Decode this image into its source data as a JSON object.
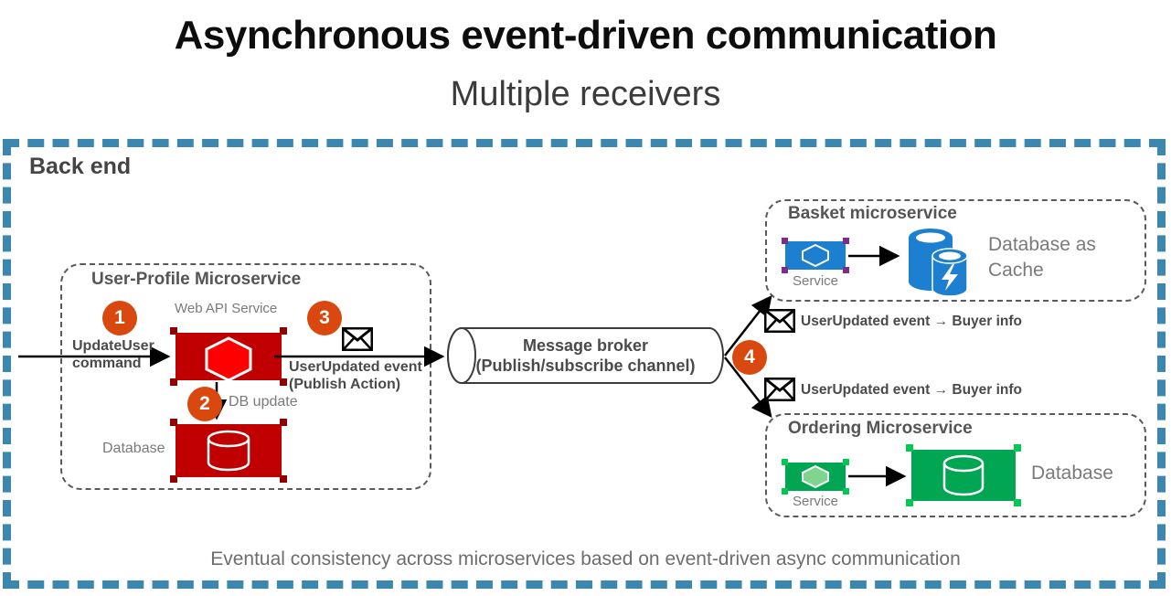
{
  "title": {
    "main": "Asynchronous event-driven communication",
    "sub": "Multiple receivers"
  },
  "backend": {
    "label": "Back end",
    "border_color": "#3c87b0",
    "caption": "Eventual consistency across microservices based on event-driven async communication"
  },
  "user_profile": {
    "title": "User-Profile Microservice",
    "web_api_label": "Web API Service",
    "database_label": "Database",
    "db_update_label": "DB update",
    "accent_color": "#c00000",
    "hexagon_color": "#ff0000"
  },
  "broker": {
    "line1": "Message broker",
    "line2": "(Publish/subscribe channel)"
  },
  "basket": {
    "title": "Basket microservice",
    "service_label": "Service",
    "database_label_line1": "Database as",
    "database_label_line2": "Cache",
    "accent_color": "#1d7fd0",
    "handle_color": "#7b2d8e"
  },
  "ordering": {
    "title": "Ordering Microservice",
    "service_label": "Service",
    "database_label": "Database",
    "accent_color": "#00a651"
  },
  "flows": {
    "incoming_command_line1": "UpdateUser",
    "incoming_command_line2": "command",
    "publish_line1": "UserUpdated event",
    "publish_line2": "(Publish Action)",
    "subscriber_event_top": "UserUpdated event → Buyer info",
    "subscriber_event_bottom": "UserUpdated event → Buyer info"
  },
  "steps": {
    "one": "1",
    "two": "2",
    "three": "3",
    "four": "4"
  },
  "icons": {
    "envelope": "envelope-icon",
    "hexagon": "hexagon-icon",
    "database_cylinder": "database-cylinder-icon",
    "cache_lightning": "cache-lightning-icon"
  }
}
